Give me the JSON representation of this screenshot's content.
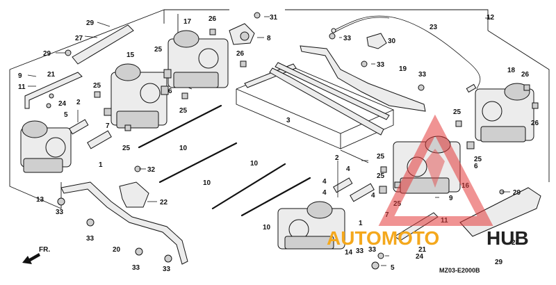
{
  "callouts": [
    {
      "label": "1"
    },
    {
      "label": "1"
    },
    {
      "label": "2"
    },
    {
      "label": "2"
    },
    {
      "label": "3"
    },
    {
      "label": "4"
    },
    {
      "label": "4"
    },
    {
      "label": "4"
    },
    {
      "label": "4"
    },
    {
      "label": "5"
    },
    {
      "label": "5"
    },
    {
      "label": "6"
    },
    {
      "label": "6"
    },
    {
      "label": "7"
    },
    {
      "label": "7"
    },
    {
      "label": "8"
    },
    {
      "label": "9"
    },
    {
      "label": "9"
    },
    {
      "label": "10"
    },
    {
      "label": "10"
    },
    {
      "label": "10"
    },
    {
      "label": "10"
    },
    {
      "label": "11"
    },
    {
      "label": "11"
    },
    {
      "label": "12"
    },
    {
      "label": "13"
    },
    {
      "label": "14"
    },
    {
      "label": "15"
    },
    {
      "label": "16"
    },
    {
      "label": "17"
    },
    {
      "label": "18"
    },
    {
      "label": "19"
    },
    {
      "label": "20"
    },
    {
      "label": "21"
    },
    {
      "label": "21"
    },
    {
      "label": "22"
    },
    {
      "label": "23"
    },
    {
      "label": "24"
    },
    {
      "label": "24"
    },
    {
      "label": "25"
    },
    {
      "label": "25"
    },
    {
      "label": "25"
    },
    {
      "label": "25"
    },
    {
      "label": "25"
    },
    {
      "label": "25"
    },
    {
      "label": "25"
    },
    {
      "label": "25"
    },
    {
      "label": "25"
    },
    {
      "label": "26"
    },
    {
      "label": "26"
    },
    {
      "label": "26"
    },
    {
      "label": "26"
    },
    {
      "label": "27"
    },
    {
      "label": "28"
    },
    {
      "label": "29"
    },
    {
      "label": "29"
    },
    {
      "label": "29"
    },
    {
      "label": "29"
    },
    {
      "label": "30"
    },
    {
      "label": "31"
    },
    {
      "label": "32"
    },
    {
      "label": "33"
    },
    {
      "label": "33"
    },
    {
      "label": "33"
    },
    {
      "label": "33"
    },
    {
      "label": "33"
    },
    {
      "label": "33"
    },
    {
      "label": "33"
    },
    {
      "label": "33"
    },
    {
      "label": "33"
    }
  ],
  "direction_label": "FR.",
  "diagram_code": "MZ03-E2000B",
  "watermark": {
    "part1": "AUTOMOTO",
    "part2": "HUB",
    "color1": "#f4a81d",
    "color2": "#222222",
    "triangle_color": "#e33b3b"
  }
}
